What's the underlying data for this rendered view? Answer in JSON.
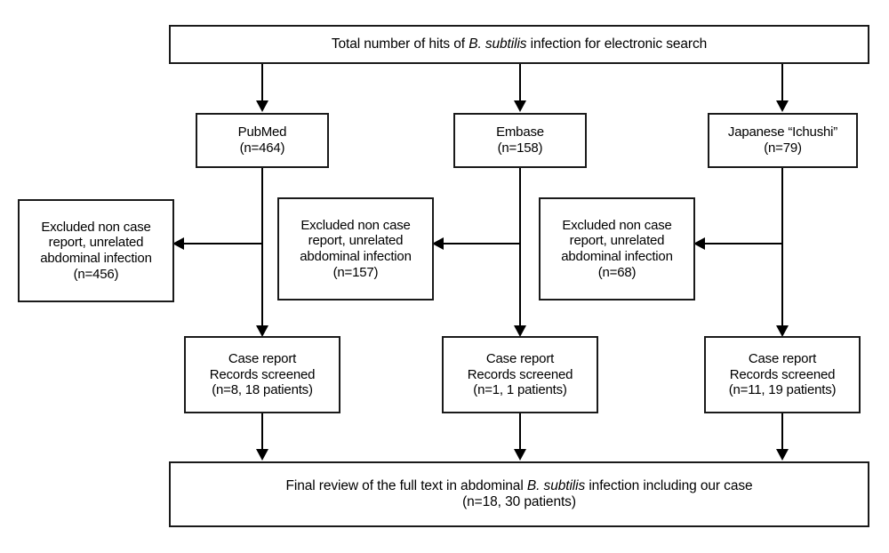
{
  "diagram": {
    "type": "prisma-flowchart",
    "title_box": {
      "line1_pre": "Total number of hits of ",
      "line1_italic": "B. subtilis",
      "line1_post": " infection for electronic search"
    },
    "sources": [
      {
        "name": "PubMed",
        "count": "(n=464)"
      },
      {
        "name": "Embase",
        "count": "(n=158)"
      },
      {
        "name": "Japanese “Ichushi”",
        "count": "(n=79)"
      }
    ],
    "exclusions": [
      {
        "line1": "Excluded non case",
        "line2": "report, unrelated",
        "line3": "abdominal infection",
        "count": "(n=456)"
      },
      {
        "line1": "Excluded non case",
        "line2": "report, unrelated",
        "line3": "abdominal infection",
        "count": "(n=157)"
      },
      {
        "line1": "Excluded non case",
        "line2": "report, unrelated",
        "line3": "abdominal infection",
        "count": "(n=68)"
      }
    ],
    "screened": [
      {
        "line1": "Case report",
        "line2": "Records screened",
        "count": "(n=8, 18 patients)"
      },
      {
        "line1": "Case report",
        "line2": "Records screened",
        "count": "(n=1, 1 patients)"
      },
      {
        "line1": "Case report",
        "line2": "Records screened",
        "count": "(n=11, 19 patients)"
      }
    ],
    "final_box": {
      "line1_pre": "Final review of the full text in abdominal ",
      "line1_italic": "B. subtilis",
      "line1_post": " infection including our case",
      "count": "(n=18, 30 patients)"
    },
    "colors": {
      "border": "#1a1a1a",
      "connector": "#000000",
      "background": "#ffffff",
      "text": "#000000"
    }
  }
}
